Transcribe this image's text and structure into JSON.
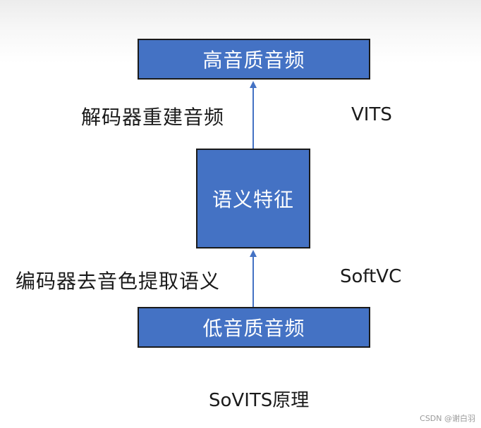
{
  "boxes": {
    "top": "高音质音频",
    "middle": "语义特征",
    "bottom": "低音质音频"
  },
  "labels": {
    "decoder": "解码器重建音频",
    "vits": "VITS",
    "encoder": "编码器去音色提取语义",
    "softvc": "SoftVC"
  },
  "caption": "SoVITS原理",
  "watermark": "CSDN @谢白羽",
  "colors": {
    "box_fill": "#4472c4",
    "box_border": "#1a1a1a",
    "arrow": "#4472c4",
    "text": "#1a1a1a"
  }
}
